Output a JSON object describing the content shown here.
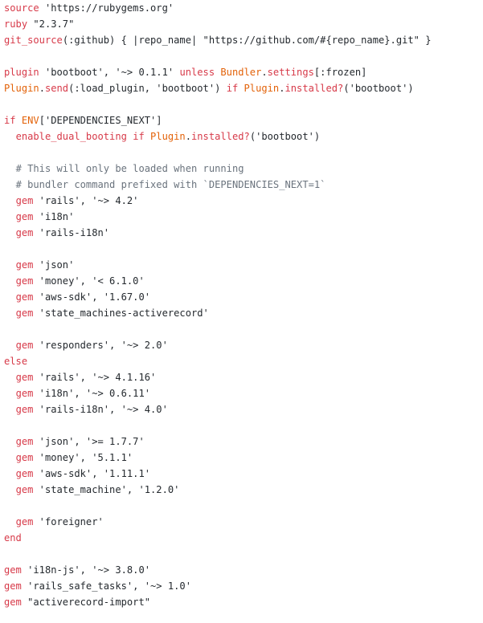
{
  "theme": {
    "keyword": "#d73a49",
    "constant": "#e36209",
    "comment": "#6a737d",
    "string": "#24292e",
    "plain": "#24292e",
    "background": "#ffffff"
  },
  "code": {
    "lines": [
      [
        {
          "t": "k",
          "v": "source"
        },
        {
          "t": "p",
          "v": " 'https://rubygems.org'"
        }
      ],
      [
        {
          "t": "k",
          "v": "ruby"
        },
        {
          "t": "p",
          "v": " \"2.3.7\""
        }
      ],
      [
        {
          "t": "k",
          "v": "git_source"
        },
        {
          "t": "p",
          "v": "(:github) { |repo_name| \"https://github.com/#{repo_name}.git\" }"
        }
      ],
      [],
      [
        {
          "t": "k",
          "v": "plugin"
        },
        {
          "t": "p",
          "v": " 'bootboot', '~> 0.1.1' "
        },
        {
          "t": "k",
          "v": "unless"
        },
        {
          "t": "p",
          "v": " "
        },
        {
          "t": "c",
          "v": "Bundler"
        },
        {
          "t": "p",
          "v": "."
        },
        {
          "t": "k",
          "v": "settings"
        },
        {
          "t": "p",
          "v": "[:frozen]"
        }
      ],
      [
        {
          "t": "c",
          "v": "Plugin"
        },
        {
          "t": "p",
          "v": "."
        },
        {
          "t": "k",
          "v": "send"
        },
        {
          "t": "p",
          "v": "(:load_plugin, 'bootboot') "
        },
        {
          "t": "k",
          "v": "if"
        },
        {
          "t": "p",
          "v": " "
        },
        {
          "t": "c",
          "v": "Plugin"
        },
        {
          "t": "p",
          "v": "."
        },
        {
          "t": "k",
          "v": "installed?"
        },
        {
          "t": "p",
          "v": "('bootboot')"
        }
      ],
      [],
      [
        {
          "t": "k",
          "v": "if"
        },
        {
          "t": "p",
          "v": " "
        },
        {
          "t": "c",
          "v": "ENV"
        },
        {
          "t": "p",
          "v": "['DEPENDENCIES_NEXT']"
        }
      ],
      [
        {
          "t": "p",
          "v": "  "
        },
        {
          "t": "k",
          "v": "enable_dual_booting"
        },
        {
          "t": "p",
          "v": " "
        },
        {
          "t": "k",
          "v": "if"
        },
        {
          "t": "p",
          "v": " "
        },
        {
          "t": "c",
          "v": "Plugin"
        },
        {
          "t": "p",
          "v": "."
        },
        {
          "t": "k",
          "v": "installed?"
        },
        {
          "t": "p",
          "v": "('bootboot')"
        }
      ],
      [],
      [
        {
          "t": "p",
          "v": "  "
        },
        {
          "t": "m",
          "v": "# This will only be loaded when running"
        }
      ],
      [
        {
          "t": "p",
          "v": "  "
        },
        {
          "t": "m",
          "v": "# bundler command prefixed with `DEPENDENCIES_NEXT=1`"
        }
      ],
      [
        {
          "t": "p",
          "v": "  "
        },
        {
          "t": "k",
          "v": "gem"
        },
        {
          "t": "p",
          "v": " 'rails', '~> 4.2'"
        }
      ],
      [
        {
          "t": "p",
          "v": "  "
        },
        {
          "t": "k",
          "v": "gem"
        },
        {
          "t": "p",
          "v": " 'i18n'"
        }
      ],
      [
        {
          "t": "p",
          "v": "  "
        },
        {
          "t": "k",
          "v": "gem"
        },
        {
          "t": "p",
          "v": " 'rails-i18n'"
        }
      ],
      [],
      [
        {
          "t": "p",
          "v": "  "
        },
        {
          "t": "k",
          "v": "gem"
        },
        {
          "t": "p",
          "v": " 'json'"
        }
      ],
      [
        {
          "t": "p",
          "v": "  "
        },
        {
          "t": "k",
          "v": "gem"
        },
        {
          "t": "p",
          "v": " 'money', '< 6.1.0'"
        }
      ],
      [
        {
          "t": "p",
          "v": "  "
        },
        {
          "t": "k",
          "v": "gem"
        },
        {
          "t": "p",
          "v": " 'aws-sdk', '1.67.0'"
        }
      ],
      [
        {
          "t": "p",
          "v": "  "
        },
        {
          "t": "k",
          "v": "gem"
        },
        {
          "t": "p",
          "v": " 'state_machines-activerecord'"
        }
      ],
      [],
      [
        {
          "t": "p",
          "v": "  "
        },
        {
          "t": "k",
          "v": "gem"
        },
        {
          "t": "p",
          "v": " 'responders', '~> 2.0'"
        }
      ],
      [
        {
          "t": "k",
          "v": "else"
        }
      ],
      [
        {
          "t": "p",
          "v": "  "
        },
        {
          "t": "k",
          "v": "gem"
        },
        {
          "t": "p",
          "v": " 'rails', '~> 4.1.16'"
        }
      ],
      [
        {
          "t": "p",
          "v": "  "
        },
        {
          "t": "k",
          "v": "gem"
        },
        {
          "t": "p",
          "v": " 'i18n', '~> 0.6.11'"
        }
      ],
      [
        {
          "t": "p",
          "v": "  "
        },
        {
          "t": "k",
          "v": "gem"
        },
        {
          "t": "p",
          "v": " 'rails-i18n', '~> 4.0'"
        }
      ],
      [],
      [
        {
          "t": "p",
          "v": "  "
        },
        {
          "t": "k",
          "v": "gem"
        },
        {
          "t": "p",
          "v": " 'json', '>= 1.7.7'"
        }
      ],
      [
        {
          "t": "p",
          "v": "  "
        },
        {
          "t": "k",
          "v": "gem"
        },
        {
          "t": "p",
          "v": " 'money', '5.1.1'"
        }
      ],
      [
        {
          "t": "p",
          "v": "  "
        },
        {
          "t": "k",
          "v": "gem"
        },
        {
          "t": "p",
          "v": " 'aws-sdk', '1.11.1'"
        }
      ],
      [
        {
          "t": "p",
          "v": "  "
        },
        {
          "t": "k",
          "v": "gem"
        },
        {
          "t": "p",
          "v": " 'state_machine', '1.2.0'"
        }
      ],
      [],
      [
        {
          "t": "p",
          "v": "  "
        },
        {
          "t": "k",
          "v": "gem"
        },
        {
          "t": "p",
          "v": " 'foreigner'"
        }
      ],
      [
        {
          "t": "k",
          "v": "end"
        }
      ],
      [],
      [
        {
          "t": "k",
          "v": "gem"
        },
        {
          "t": "p",
          "v": " 'i18n-js', '~> 3.8.0'"
        }
      ],
      [
        {
          "t": "k",
          "v": "gem"
        },
        {
          "t": "p",
          "v": " 'rails_safe_tasks', '~> 1.0'"
        }
      ],
      [
        {
          "t": "k",
          "v": "gem"
        },
        {
          "t": "p",
          "v": " \"activerecord-import\""
        }
      ]
    ]
  }
}
